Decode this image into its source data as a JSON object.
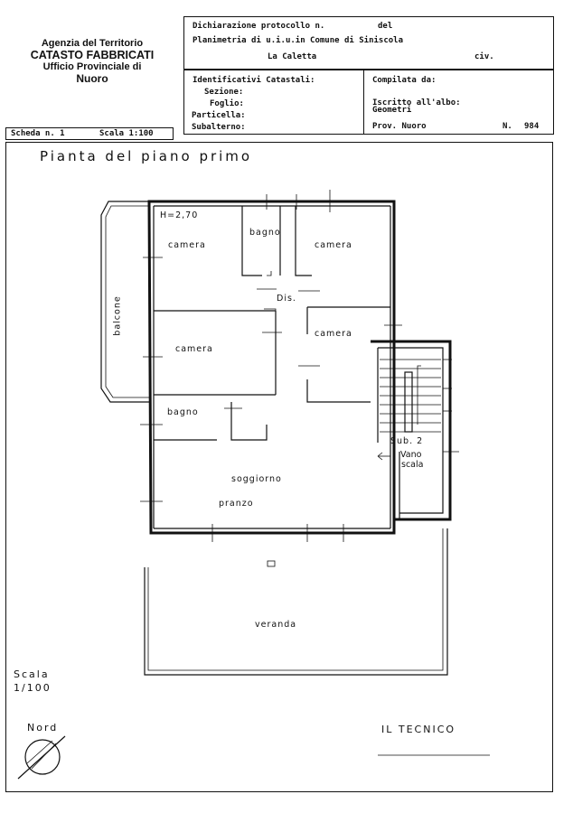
{
  "agency": {
    "line1": "Agenzia del Territorio",
    "line2": "CATASTO FABBRICATI",
    "line3": "Ufficio Provinciale di",
    "line4": "Nuoro"
  },
  "header": {
    "dichiarazione_label": "Dichiarazione protocollo n.",
    "del_label": "del",
    "planimetria": "Planimetria di u.i.u.in Comune di Siniscola",
    "address": "La Caletta",
    "civ_label": "civ."
  },
  "catastal": {
    "title": "Identificativi Catastali:",
    "sezione": "Sezione:",
    "foglio": "Foglio:",
    "particella": "Particella:",
    "subalterno": "Subalterno:"
  },
  "compiler": {
    "compilata": "Compilata da:",
    "iscritto": "Iscritto all'albo:",
    "profession": "Geometri",
    "prov": "Prov. Nuoro",
    "n_label": "N.",
    "n_value": "984"
  },
  "scheda": {
    "label": "Scheda n. 1",
    "scale": "Scala 1:100"
  },
  "plan": {
    "title": "Pianta del piano primo",
    "height": "H=2,70",
    "rooms": {
      "camera_1": "camera",
      "bagno_top": "bagno",
      "camera_2": "camera",
      "dis": "Dis.",
      "camera_3": "camera",
      "camera_4": "camera",
      "bagno_bottom": "bagno",
      "balcone": "balcone",
      "sub": "Sub. 2",
      "vano": "Vano",
      "scala": "scala",
      "soggiorno": "soggiorno",
      "pranzo": "pranzo",
      "veranda": "veranda"
    }
  },
  "footer": {
    "scala_label": "Scala",
    "scala_value": "1/100",
    "nord": "Nord",
    "tecnico": "IL TECNICO"
  }
}
